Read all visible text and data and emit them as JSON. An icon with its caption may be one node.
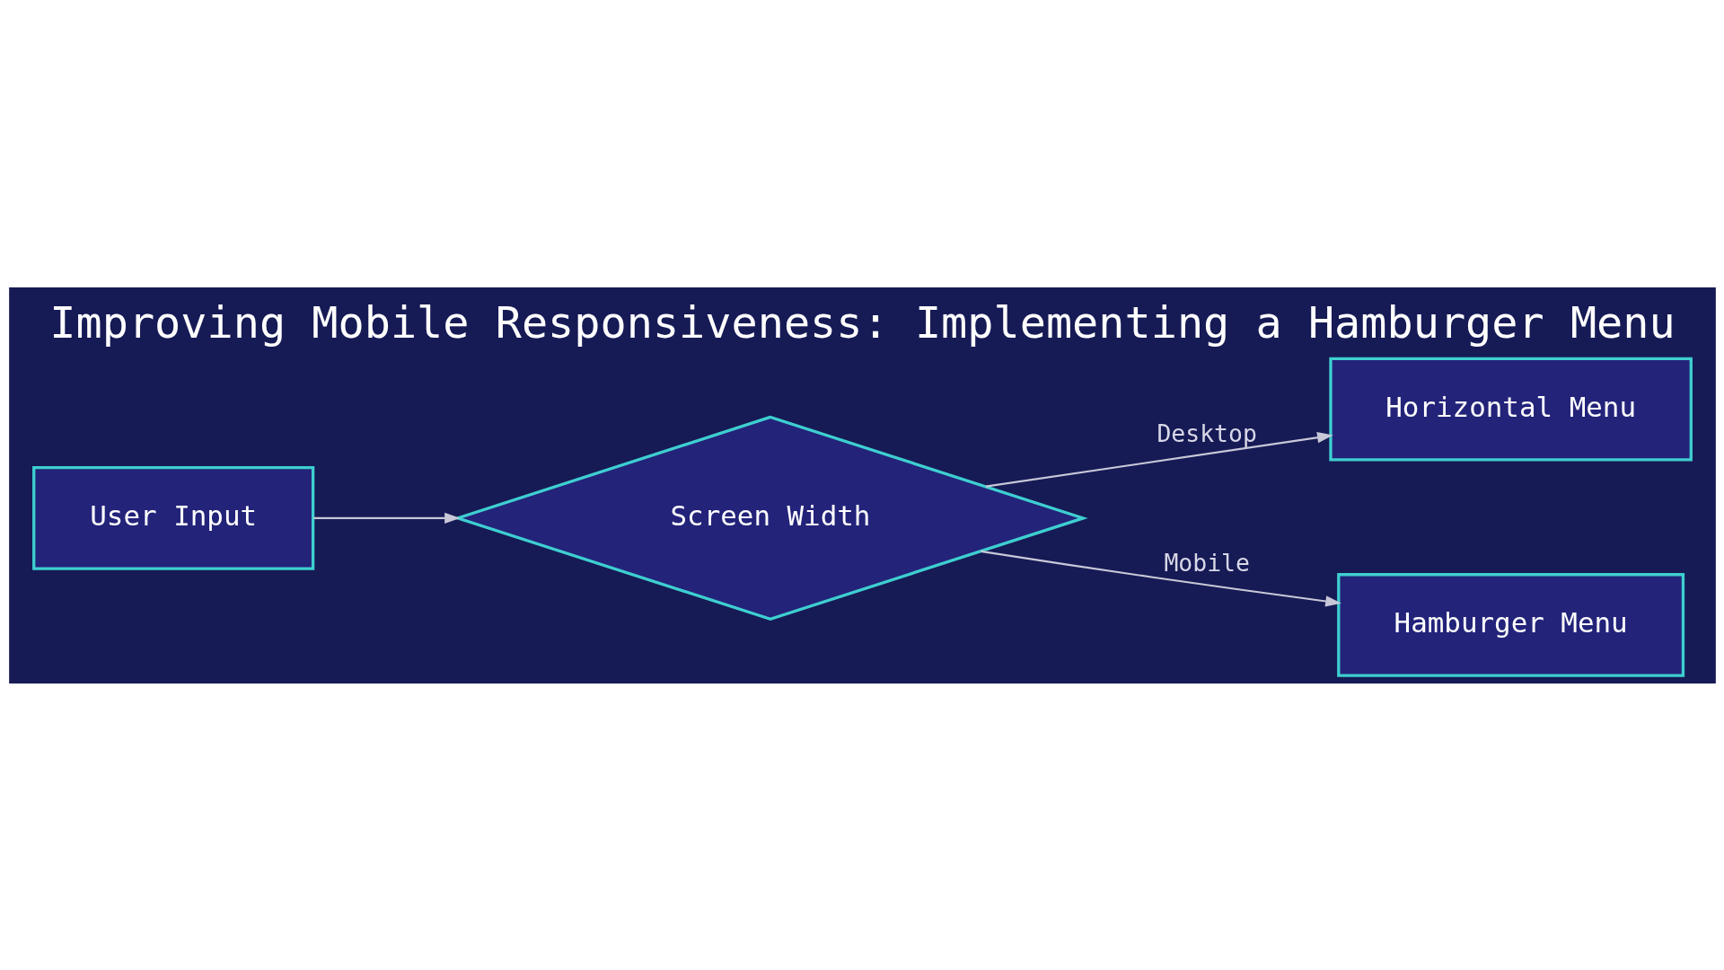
{
  "diagram": {
    "title": "Improving Mobile Responsiveness: Implementing a Hamburger Menu",
    "nodes": [
      {
        "text": [
          "User Input"
        ]
      },
      {
        "text": [
          "Screen Width"
        ]
      },
      {
        "text": [
          "Horizontal Menu"
        ]
      },
      {
        "text": [
          "Hamburger Menu"
        ]
      }
    ],
    "edges": [
      {
        "from": 0,
        "to": 1,
        "arrow": "to"
      },
      {
        "from": 1,
        "to": 2,
        "arrow": "to",
        "label": "Desktop"
      },
      {
        "from": 1,
        "to": 3,
        "arrow": "to",
        "label": "Mobile"
      }
    ]
  }
}
